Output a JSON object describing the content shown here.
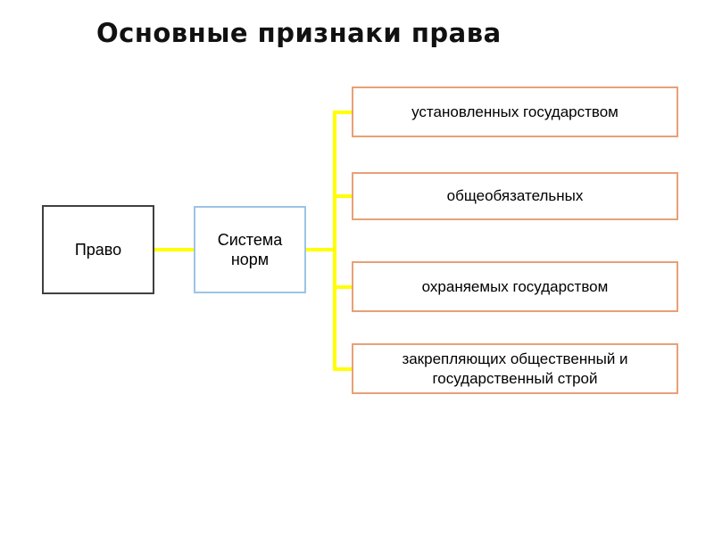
{
  "title": "Основные признаки права",
  "diagram": {
    "root": {
      "label": "Право"
    },
    "hub": {
      "label": "Система норм"
    },
    "features": [
      {
        "label": "установленных государством"
      },
      {
        "label": "общеобязательных"
      },
      {
        "label": "охраняемых государством"
      },
      {
        "label": "закрепляющих общественный и государственный строй"
      }
    ],
    "colors": {
      "connector": "#ffff00",
      "root_border": "#404040",
      "hub_border": "#9dc3e6",
      "feature_border": "#e8a077",
      "background": "#ffffff",
      "text": "#000000"
    }
  }
}
